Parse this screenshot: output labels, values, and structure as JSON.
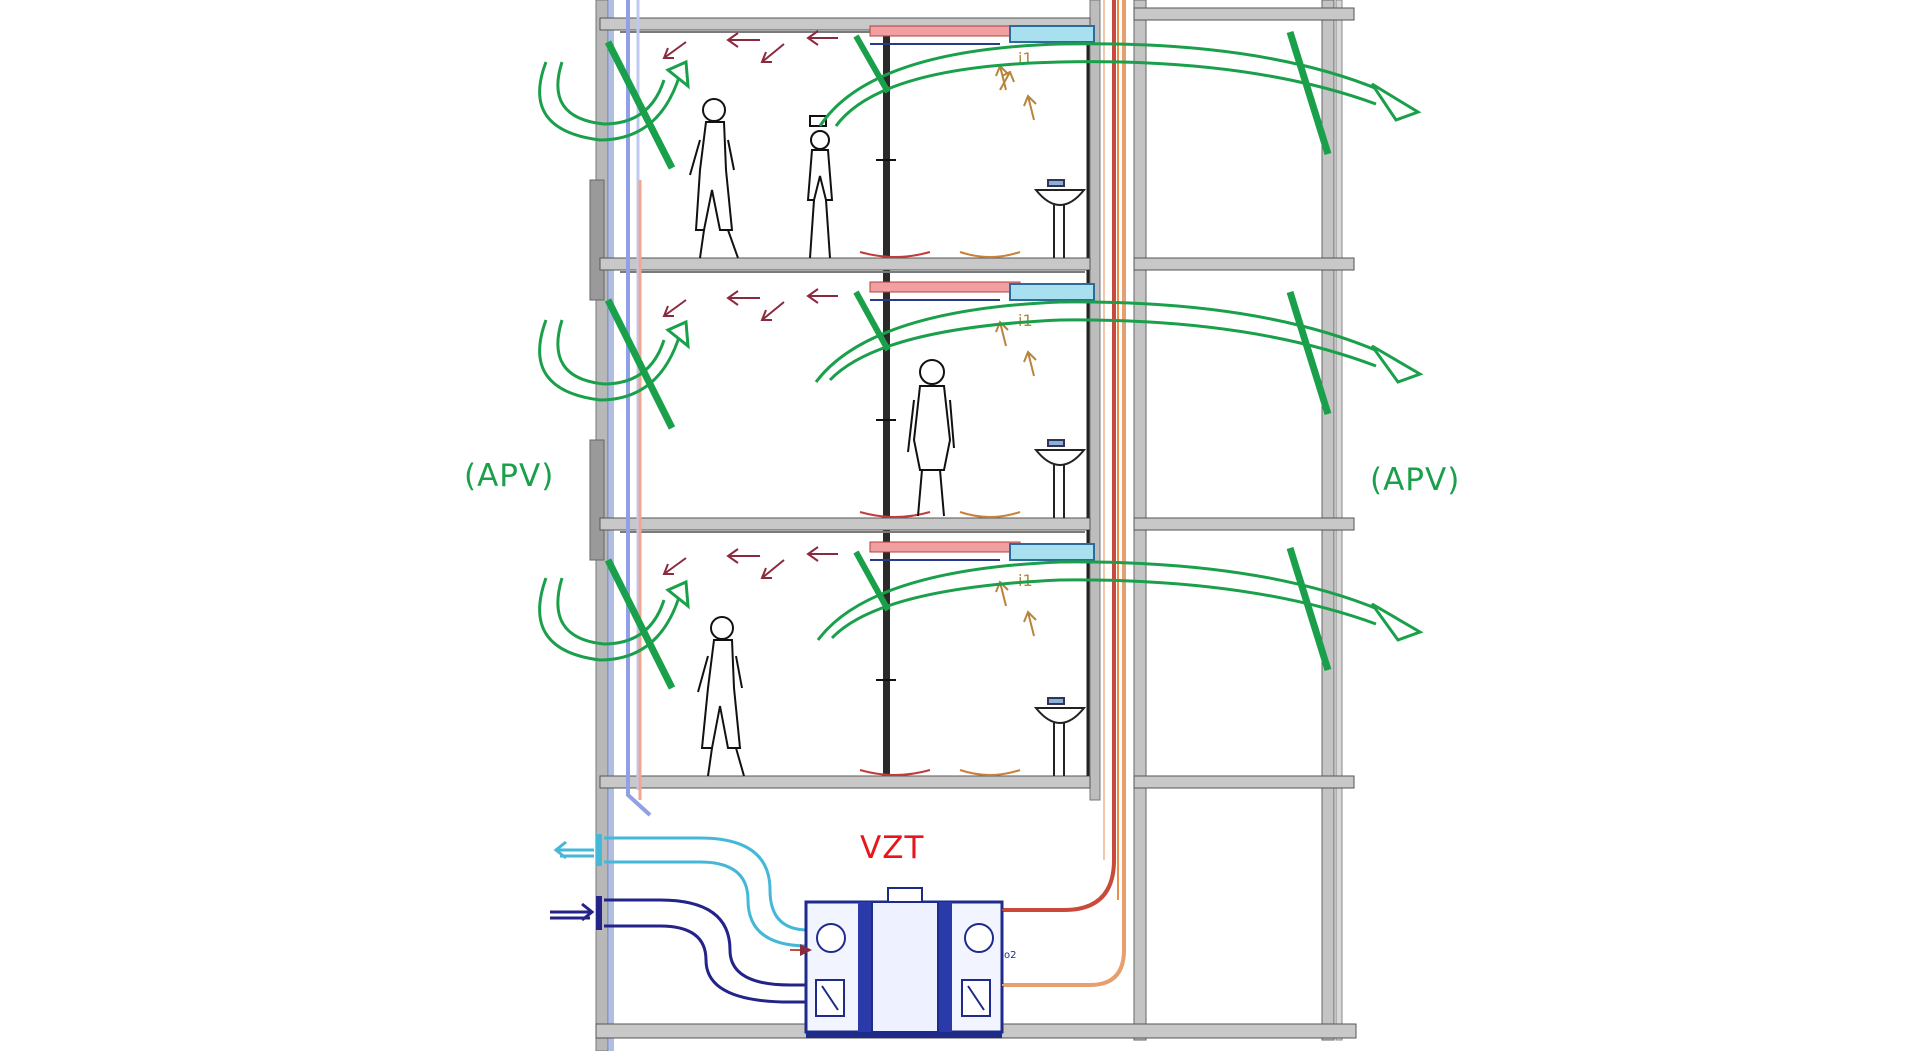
{
  "labels": {
    "apv_left": "(APV)",
    "apv_right": "(APV)",
    "vzt": "VZT",
    "inlet_marker": "i1",
    "outlet_marker": "o2"
  },
  "colors": {
    "natural_ventilation": "#1aa04a",
    "unit_label": "#e8151b",
    "exhaust_air": "#8a2a3e",
    "supply_air": "#b8843a",
    "outdoor_air": "#1a1a8a",
    "discharge_air": "#45b8d8",
    "structure": "#9a9a9a"
  },
  "floors": [
    {
      "occupants": [
        "woman-standing",
        "child-standing"
      ],
      "has_sink": true
    },
    {
      "occupants": [
        "man-standing"
      ],
      "has_sink": true
    },
    {
      "occupants": [
        "woman-standing"
      ],
      "has_sink": true
    }
  ]
}
